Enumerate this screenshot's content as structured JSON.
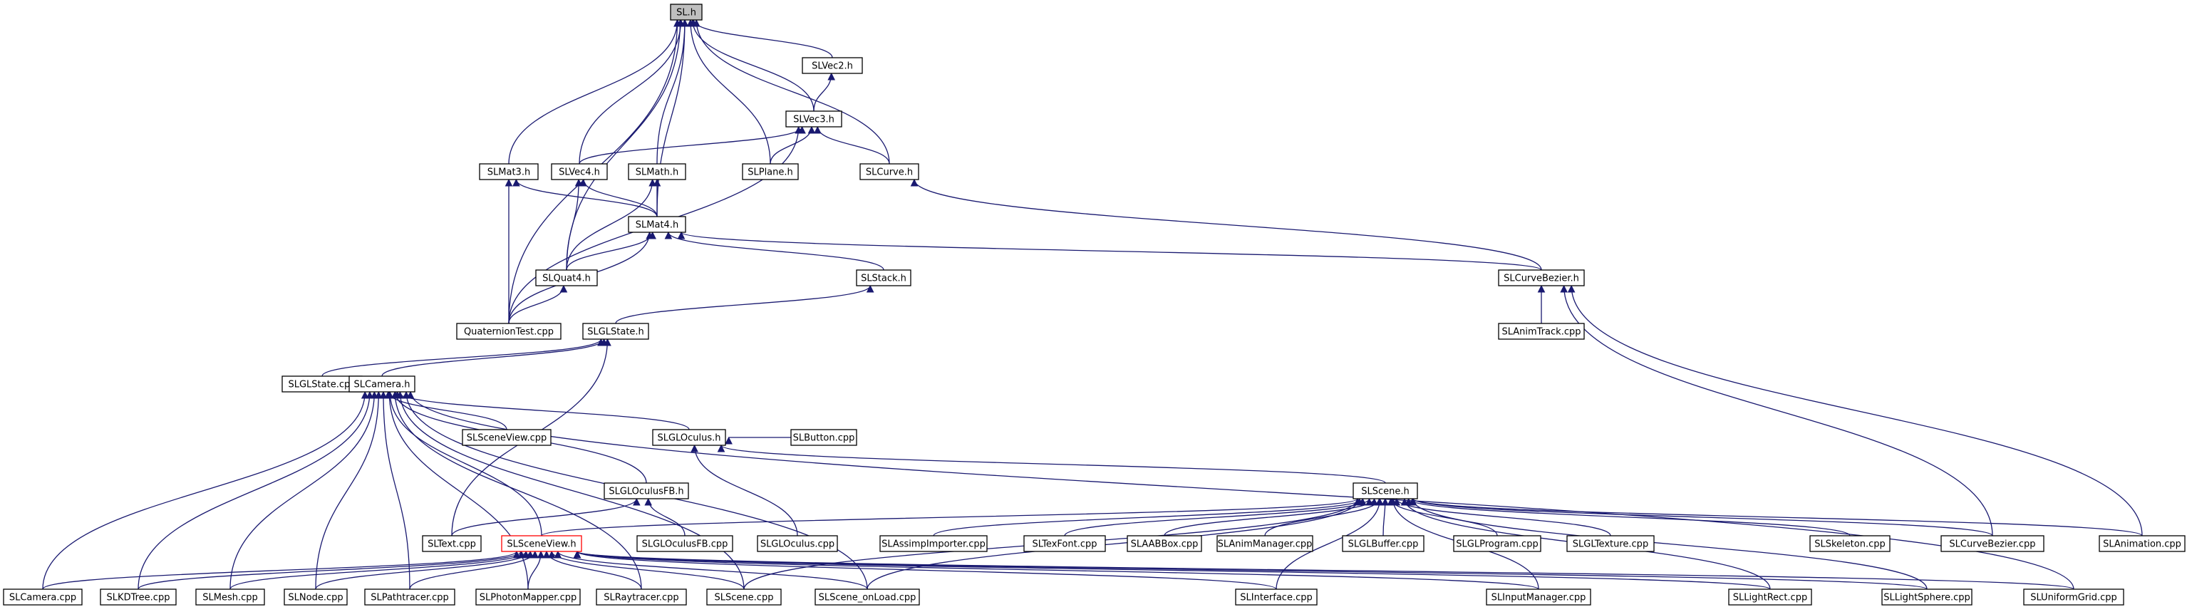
{
  "diagram": {
    "type": "include-dependency-graph",
    "root": "SL.h",
    "colors": {
      "edge": "#191970",
      "node_border": "#000000",
      "root_fill": "#bfbfbf",
      "highlight_border": "#ff0000",
      "background": "#ffffff"
    },
    "nodes": [
      {
        "id": "slh",
        "label": "SL.h",
        "style": "root"
      },
      {
        "id": "slvec2",
        "label": "SLVec2.h"
      },
      {
        "id": "slvec3",
        "label": "SLVec3.h"
      },
      {
        "id": "slmat3",
        "label": "SLMat3.h"
      },
      {
        "id": "slvec4",
        "label": "SLVec4.h"
      },
      {
        "id": "slmath",
        "label": "SLMath.h"
      },
      {
        "id": "slplane",
        "label": "SLPlane.h"
      },
      {
        "id": "slcurve",
        "label": "SLCurve.h"
      },
      {
        "id": "slmat4",
        "label": "SLMat4.h"
      },
      {
        "id": "slquat4",
        "label": "SLQuat4.h"
      },
      {
        "id": "slstack",
        "label": "SLStack.h"
      },
      {
        "id": "slcurvebezier",
        "label": "SLCurveBezier.h"
      },
      {
        "id": "quaterniontest",
        "label": "QuaternionTest.cpp"
      },
      {
        "id": "slglstateh",
        "label": "SLGLState.h"
      },
      {
        "id": "slanimtrack",
        "label": "SLAnimTrack.cpp"
      },
      {
        "id": "slglstatecpp",
        "label": "SLGLState.cpp"
      },
      {
        "id": "slcamerah",
        "label": "SLCamera.h"
      },
      {
        "id": "slsceneviewcpp",
        "label": "SLSceneView.cpp"
      },
      {
        "id": "slgloculush",
        "label": "SLGLOculus.h"
      },
      {
        "id": "slbutton",
        "label": "SLButton.cpp"
      },
      {
        "id": "slgloculusfbh",
        "label": "SLGLOculusFB.h"
      },
      {
        "id": "slsceneh",
        "label": "SLScene.h"
      },
      {
        "id": "sltext",
        "label": "SLText.cpp"
      },
      {
        "id": "slsceneviewh",
        "label": "SLSceneView.h",
        "style": "red"
      },
      {
        "id": "slgloculusfbcpp",
        "label": "SLGLOculusFB.cpp"
      },
      {
        "id": "slgloculuscpp",
        "label": "SLGLOculus.cpp"
      },
      {
        "id": "slassimp",
        "label": "SLAssimpImporter.cpp"
      },
      {
        "id": "sltexfont",
        "label": "SLTexFont.cpp"
      },
      {
        "id": "slaabbox",
        "label": "SLAABBox.cpp"
      },
      {
        "id": "slanimmanager",
        "label": "SLAnimManager.cpp"
      },
      {
        "id": "slglbuffer",
        "label": "SLGLBuffer.cpp"
      },
      {
        "id": "slglprogram",
        "label": "SLGLProgram.cpp"
      },
      {
        "id": "slgltexture",
        "label": "SLGLTexture.cpp"
      },
      {
        "id": "slskeleton",
        "label": "SLSkeleton.cpp"
      },
      {
        "id": "slcurvebeziercpp",
        "label": "SLCurveBezier.cpp"
      },
      {
        "id": "slanimation",
        "label": "SLAnimation.cpp"
      },
      {
        "id": "slcameracpp",
        "label": "SLCamera.cpp"
      },
      {
        "id": "slkdtree",
        "label": "SLKDTree.cpp"
      },
      {
        "id": "slmesh",
        "label": "SLMesh.cpp"
      },
      {
        "id": "slnode",
        "label": "SLNode.cpp"
      },
      {
        "id": "slpathtracer",
        "label": "SLPathtracer.cpp"
      },
      {
        "id": "slphotonmapper",
        "label": "SLPhotonMapper.cpp"
      },
      {
        "id": "slraytracer",
        "label": "SLRaytracer.cpp"
      },
      {
        "id": "slscenecpp",
        "label": "SLScene.cpp"
      },
      {
        "id": "slsceneonload",
        "label": "SLScene_onLoad.cpp"
      },
      {
        "id": "slinterface",
        "label": "SLInterface.cpp"
      },
      {
        "id": "slinputmanager",
        "label": "SLInputManager.cpp"
      },
      {
        "id": "sllightrect",
        "label": "SLLightRect.cpp"
      },
      {
        "id": "sllightsphere",
        "label": "SLLightSphere.cpp"
      },
      {
        "id": "sluniformgrid",
        "label": "SLUniformGrid.cpp"
      }
    ],
    "edges": [
      [
        "slvec2",
        "slh"
      ],
      [
        "slvec3",
        "slh"
      ],
      [
        "slvec3",
        "slvec2"
      ],
      [
        "slmat3",
        "slh"
      ],
      [
        "slvec4",
        "slh"
      ],
      [
        "slvec4",
        "slvec3"
      ],
      [
        "slmath",
        "slh"
      ],
      [
        "slplane",
        "slh"
      ],
      [
        "slplane",
        "slvec3"
      ],
      [
        "slcurve",
        "slh"
      ],
      [
        "slcurve",
        "slvec3"
      ],
      [
        "slmat4",
        "slh"
      ],
      [
        "slmat4",
        "slmat3"
      ],
      [
        "slmat4",
        "slvec4"
      ],
      [
        "slmat4",
        "slmath"
      ],
      [
        "slquat4",
        "slh"
      ],
      [
        "slquat4",
        "slmat4"
      ],
      [
        "slquat4",
        "slvec4"
      ],
      [
        "slquat4",
        "slmath"
      ],
      [
        "slstack",
        "slmat4"
      ],
      [
        "slcurvebezier",
        "slcurve"
      ],
      [
        "slcurvebezier",
        "slmat4"
      ],
      [
        "quaterniontest",
        "slh"
      ],
      [
        "quaterniontest",
        "slmat3"
      ],
      [
        "quaterniontest",
        "slquat4"
      ],
      [
        "quaterniontest",
        "slmat4"
      ],
      [
        "quaterniontest",
        "slvec3"
      ],
      [
        "slglstateh",
        "slstack"
      ],
      [
        "slanimtrack",
        "slcurvebezier"
      ],
      [
        "slglstatecpp",
        "slglstateh"
      ],
      [
        "slcamerah",
        "slglstateh"
      ],
      [
        "slsceneviewcpp",
        "slcamerah"
      ],
      [
        "slgloculush",
        "slcamerah"
      ],
      [
        "slbutton",
        "slgloculush"
      ],
      [
        "slgloculusfbh",
        "slcamerah"
      ],
      [
        "slsceneh",
        "slgloculush"
      ],
      [
        "sltext",
        "slglstateh"
      ],
      [
        "sltext",
        "slgloculusfbh"
      ],
      [
        "slsceneviewh",
        "slsceneh"
      ],
      [
        "slsceneviewh",
        "slcamerah"
      ],
      [
        "slgloculusfbcpp",
        "slgloculusfbh"
      ],
      [
        "slgloculuscpp",
        "slgloculush"
      ],
      [
        "slassimp",
        "slsceneh"
      ],
      [
        "sltexfont",
        "slsceneh"
      ],
      [
        "slaabbox",
        "slsceneh"
      ],
      [
        "slanimmanager",
        "slsceneh"
      ],
      [
        "slglbuffer",
        "slsceneh"
      ],
      [
        "slglprogram",
        "slsceneh"
      ],
      [
        "slgltexture",
        "slsceneh"
      ],
      [
        "slskeleton",
        "slsceneh"
      ],
      [
        "slcurvebeziercpp",
        "slsceneh"
      ],
      [
        "slcurvebeziercpp",
        "slcurvebezier"
      ],
      [
        "slanimation",
        "slsceneh"
      ],
      [
        "slanimation",
        "slcurvebezier"
      ],
      [
        "slcameracpp",
        "slcamerah"
      ],
      [
        "slcameracpp",
        "slsceneviewh"
      ],
      [
        "slkdtree",
        "slcamerah"
      ],
      [
        "slkdtree",
        "slsceneviewh"
      ],
      [
        "slmesh",
        "slcamerah"
      ],
      [
        "slmesh",
        "slsceneviewh"
      ],
      [
        "slnode",
        "slcamerah"
      ],
      [
        "slnode",
        "slsceneviewh"
      ],
      [
        "slpathtracer",
        "slcamerah"
      ],
      [
        "slpathtracer",
        "slsceneviewh"
      ],
      [
        "slphotonmapper",
        "slcamerah"
      ],
      [
        "slphotonmapper",
        "slsceneviewh"
      ],
      [
        "slraytracer",
        "slcamerah"
      ],
      [
        "slraytracer",
        "slsceneviewh"
      ],
      [
        "slscenecpp",
        "slsceneh"
      ],
      [
        "slscenecpp",
        "slsceneviewh"
      ],
      [
        "slscenecpp",
        "slcamerah"
      ],
      [
        "slsceneonload",
        "slsceneh"
      ],
      [
        "slsceneonload",
        "slsceneviewh"
      ],
      [
        "slsceneonload",
        "slcamerah"
      ],
      [
        "slinterface",
        "slsceneh"
      ],
      [
        "slinterface",
        "slsceneviewh"
      ],
      [
        "slinputmanager",
        "slsceneh"
      ],
      [
        "slinputmanager",
        "slsceneviewh"
      ],
      [
        "sllightrect",
        "slsceneh"
      ],
      [
        "sllightrect",
        "slsceneviewh"
      ],
      [
        "sllightsphere",
        "slsceneh"
      ],
      [
        "sllightsphere",
        "slsceneviewh"
      ],
      [
        "sluniformgrid",
        "slcamerah"
      ],
      [
        "sluniformgrid",
        "slsceneviewh"
      ]
    ]
  }
}
